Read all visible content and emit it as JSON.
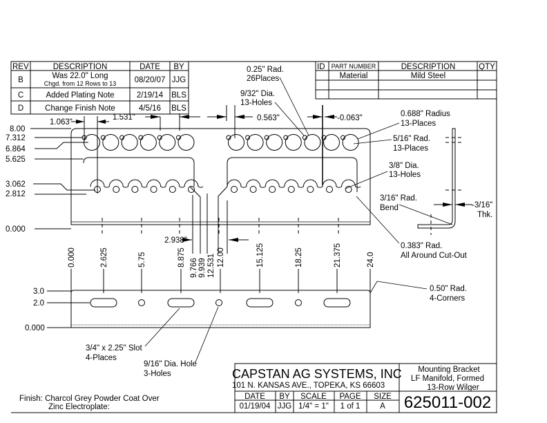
{
  "revision_table": {
    "headers": [
      "REV",
      "DESCRIPTION",
      "DATE",
      "BY"
    ],
    "rows": [
      {
        "rev": "B",
        "description": "Was 22.0\" Long",
        "sub": "Chgd. from 12 Rows to 13",
        "date": "08/20/07",
        "by": "JJG"
      },
      {
        "rev": "C",
        "description": "Added Plating Note",
        "sub": "",
        "date": "2/19/14",
        "by": "BLS"
      },
      {
        "rev": "D",
        "description": "Change Finish Note",
        "sub": "",
        "date": "4/5/16",
        "by": "BLS"
      }
    ]
  },
  "parts_table": {
    "headers": [
      "ID",
      "PART NUMBER",
      "DESCRIPTION",
      "QTY"
    ],
    "rows": [
      {
        "id": "",
        "part_number": "Material",
        "description": "Mild Steel",
        "qty": ""
      },
      {
        "id": "",
        "part_number": "",
        "description": "",
        "qty": ""
      },
      {
        "id": "",
        "part_number": "",
        "description": "",
        "qty": ""
      }
    ]
  },
  "top_view": {
    "y_labels": [
      "8.00",
      "7.312",
      "6.864",
      "5.625",
      "3.062",
      "2.812",
      "0.000"
    ],
    "dims": {
      "d1063": "1.063\"",
      "d1531": "1.531\"",
      "d0563": "0.563\"",
      "d0063": "-0.063\"",
      "d2938": "2.938\""
    },
    "x_labels": [
      "0.000",
      "2.625",
      "5.75",
      "8.875",
      "9.766",
      "9.939",
      "12.531",
      "12.00",
      "15.125",
      "18.25",
      "21.375",
      "24.0"
    ],
    "callouts": {
      "rad025": [
        "0.25\" Rad.",
        "26Places"
      ],
      "dia932": [
        "9/32\" Dia.",
        "13-Holes"
      ],
      "rad0688": [
        "0.688\" Radius",
        "13-Places"
      ],
      "rad516": [
        "5/16\" Rad.",
        "13-Places"
      ],
      "dia38": [
        "3/8\" Dia.",
        "13-Holes"
      ],
      "rad0383": [
        "0.383\" Rad.",
        "All Around Cut-Out"
      ]
    }
  },
  "side_view": {
    "bend": [
      "3/16\" Rad.",
      "Bend"
    ],
    "thk": [
      "-3/16\"",
      "Thk."
    ]
  },
  "flange_view": {
    "y_labels": [
      "3.0",
      "2.0",
      "0.000"
    ],
    "callouts": {
      "rad050": [
        "0.50\" Rad.",
        "4-Corners"
      ],
      "slot": [
        "3/4\" x 2.25\" Slot",
        "4-Places"
      ],
      "hole": [
        "9/16\" Dia. Hole",
        "3-Holes"
      ]
    }
  },
  "finish_note": [
    "Finish: Charcol Grey Powder Coat Over",
    "Zinc Electroplate:"
  ],
  "title_block": {
    "company": "CAPSTAN AG SYSTEMS, INC",
    "address": "101 N. KANSAS AVE., TOPEKA, KS 66603",
    "part_title": [
      "Mounting Bracket",
      "LF Manifold, Formed",
      "13-Row Wilger"
    ],
    "headers": [
      "DATE",
      "BY",
      "SCALE",
      "PAGE",
      "SIZE"
    ],
    "values": [
      "01/19/04",
      "JJG",
      "1/4\" = 1\"",
      "1 of 1",
      "A"
    ],
    "drawing_number": "625011-002"
  }
}
